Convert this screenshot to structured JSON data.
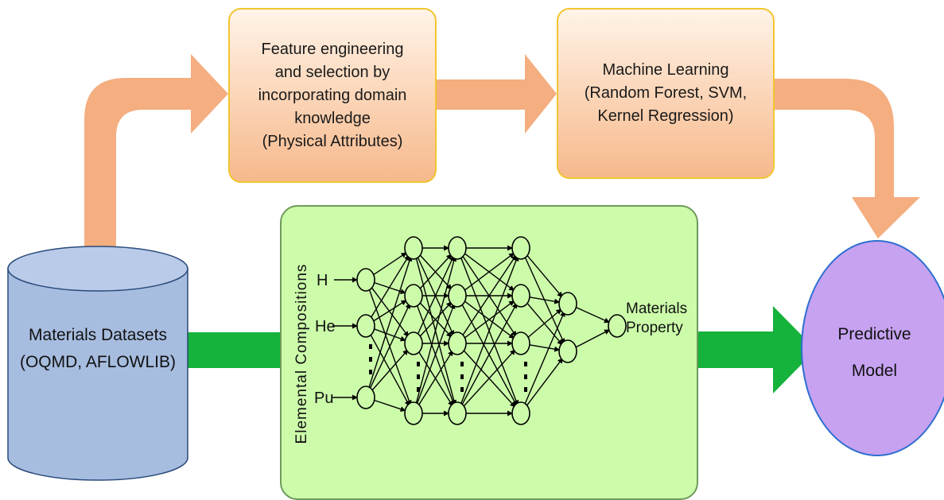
{
  "feature_box": {
    "lines": [
      "Feature engineering",
      "and selection by",
      "incorporating domain",
      "knowledge",
      "(Physical Attributes)"
    ]
  },
  "ml_box": {
    "lines": [
      "Machine Learning",
      "(Random Forest, SVM,",
      "Kernel Regression)"
    ]
  },
  "datasets": {
    "lines": [
      "Materials Datasets",
      "(OQMD, AFLOWLIB)"
    ]
  },
  "predictive_model": {
    "lines": [
      "Predictive",
      "Model"
    ]
  },
  "network": {
    "vertical_label": "Elemental Compositions",
    "inputs": [
      "H",
      "He",
      "Pu"
    ],
    "output_lines": [
      "Materials",
      "Property"
    ]
  },
  "colors": {
    "orange_arrow": "#f4ae80",
    "green_arrow": "#15b23c",
    "cylinder": "#a7bde0",
    "circle": "#c6a2f1",
    "nn_panel": "#ccfcaa"
  }
}
